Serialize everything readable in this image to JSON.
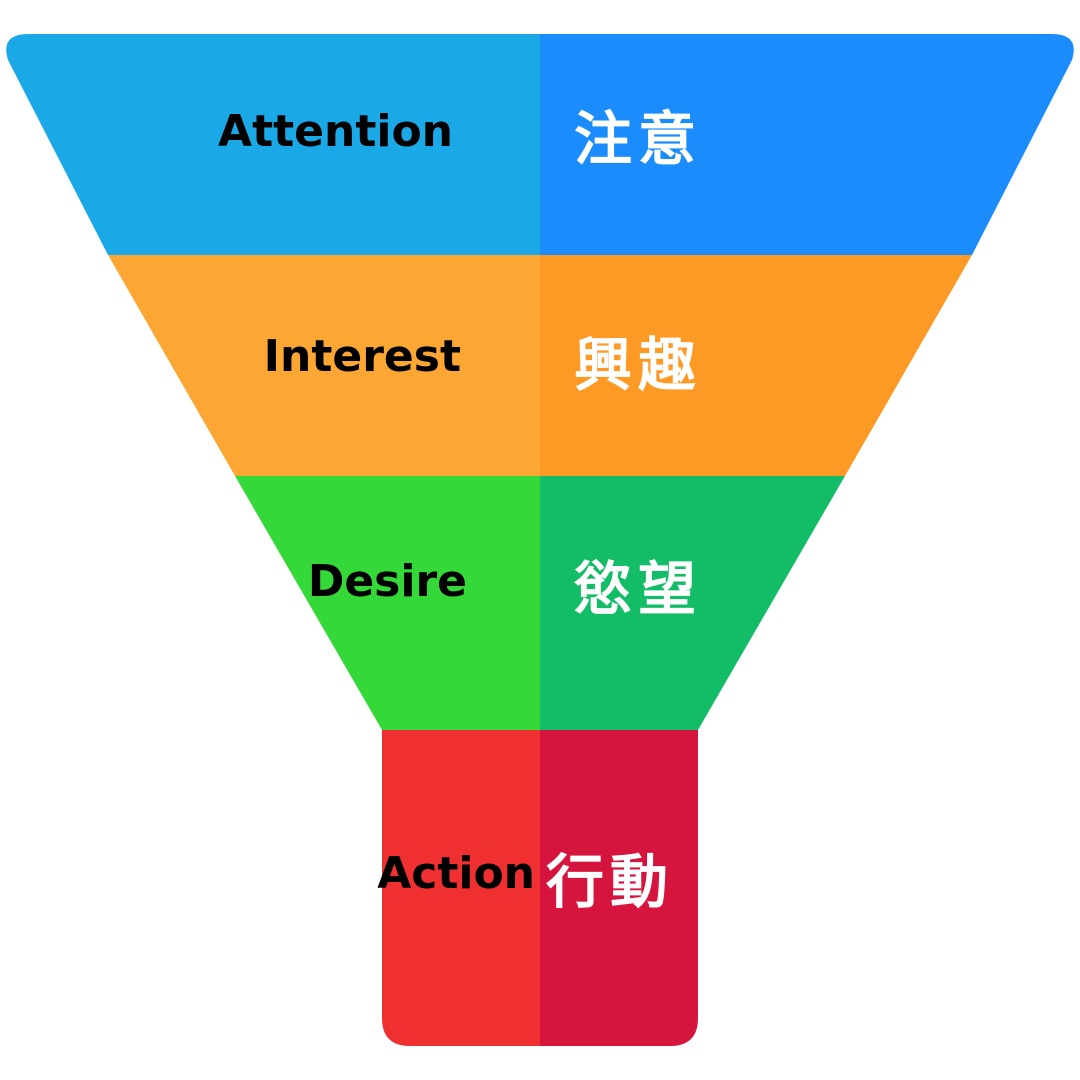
{
  "funnel": {
    "stages": [
      {
        "label_en": "Attention",
        "label_zh": "注意",
        "color_left": "#1ba8e6",
        "color_right": "#1a8cfb"
      },
      {
        "label_en": "Interest",
        "label_zh": "興趣",
        "color_left": "#fca634",
        "color_right": "#fd9a25"
      },
      {
        "label_en": "Desire",
        "label_zh": "慾望",
        "color_left": "#34d838",
        "color_right": "#13bc66"
      },
      {
        "label_en": "Action",
        "label_zh": "行動",
        "color_left": "#ef2f30",
        "color_right": "#d6153f"
      }
    ]
  }
}
